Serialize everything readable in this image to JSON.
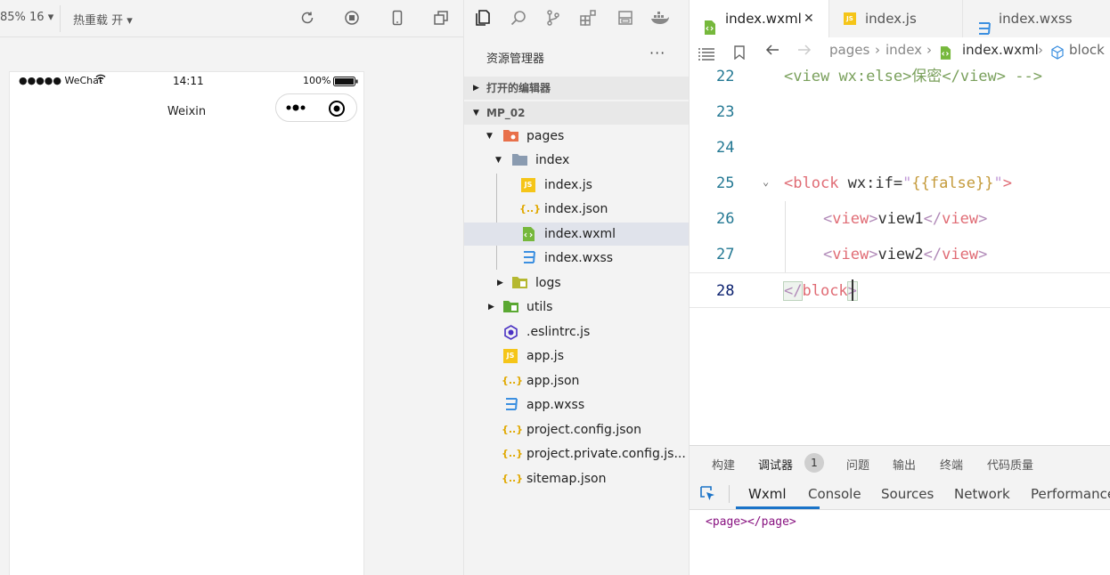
{
  "simulator": {
    "toolbar": {
      "zoom": "85% 16 ▾",
      "hot_reload": "热重载 开 ▾"
    },
    "phone": {
      "signal": "●●●●● WeChat",
      "time": "14:11",
      "battery_pct": "100%",
      "nav_title": "Weixin"
    }
  },
  "explorer": {
    "title": "资源管理器",
    "more": "···",
    "sections": {
      "open_editors": "打开的编辑器",
      "project": "MP_02"
    },
    "tree": [
      {
        "label": "pages",
        "icon": "folder-icon"
      },
      {
        "label": "index",
        "icon": "folder-icon"
      },
      {
        "label": "index.js",
        "icon": "js-file-icon"
      },
      {
        "label": "index.json",
        "icon": "json-file-icon"
      },
      {
        "label": "index.wxml",
        "icon": "wxml-file-icon"
      },
      {
        "label": "index.wxss",
        "icon": "wxss-file-icon"
      },
      {
        "label": "logs",
        "icon": "folder-icon"
      },
      {
        "label": "utils",
        "icon": "folder-icon"
      },
      {
        "label": ".eslintrc.js",
        "icon": "eslint-icon"
      },
      {
        "label": "app.js",
        "icon": "js-file-icon"
      },
      {
        "label": "app.json",
        "icon": "json-file-icon"
      },
      {
        "label": "app.wxss",
        "icon": "wxss-file-icon"
      },
      {
        "label": "project.config.json",
        "icon": "json-file-icon"
      },
      {
        "label": "project.private.config.js...",
        "icon": "json-file-icon"
      },
      {
        "label": "sitemap.json",
        "icon": "json-file-icon"
      }
    ]
  },
  "editor": {
    "tabs": [
      {
        "label": "index.wxml",
        "close": "✕"
      },
      {
        "label": "index.js"
      },
      {
        "label": "index.wxss"
      }
    ],
    "breadcrumb": {
      "pages": "pages",
      "index": "index",
      "file": "index.wxml",
      "block": "block"
    },
    "lines": [
      {
        "num": "22"
      },
      {
        "num": "23"
      },
      {
        "num": "24"
      },
      {
        "num": "25"
      },
      {
        "num": "26"
      },
      {
        "num": "27"
      },
      {
        "num": "28"
      }
    ],
    "code": {
      "l22_open": "<",
      "l22_tag": "view",
      "l22_attr": " wx:else",
      "l22_gt": ">",
      "l22_text": "保密",
      "l22_close_lt": "</",
      "l22_close_tag": "view",
      "l22_close_gt": ">",
      "l22_comment": " -->",
      "l25_lt": "<",
      "l25_tag": "block",
      "l25_attr": " wx:if=",
      "l25_q1": "\"",
      "l25_braces_open": "{{",
      "l25_kw": "false",
      "l25_braces_close": "}}",
      "l25_q2": "\"",
      "l25_gt": ">",
      "l26_lt": "<",
      "l26_tag": "view",
      "l26_gt": ">",
      "l26_text": "view1",
      "l26_clt": "</",
      "l26_ctag": "view",
      "l26_cgt": ">",
      "l27_lt": "<",
      "l27_tag": "view",
      "l27_gt": ">",
      "l27_text": "view2",
      "l27_clt": "</",
      "l27_ctag": "view",
      "l27_cgt": ">",
      "l28_lt": "</",
      "l28_tag": "block",
      "l28_gt": ">"
    }
  },
  "panel": {
    "tabs": [
      "构建",
      "调试器",
      "问题",
      "输出",
      "终端",
      "代码质量"
    ],
    "badge": "1",
    "devtools_tabs": [
      "Wxml",
      "Console",
      "Sources",
      "Network",
      "Performance"
    ],
    "wxml_open": "<page>",
    "wxml_close": "</page>"
  },
  "colors": {
    "accent": "#1a73c8",
    "selected_row": "#e0e3eb",
    "line_number": "#237893",
    "tag": "#e06c75"
  }
}
